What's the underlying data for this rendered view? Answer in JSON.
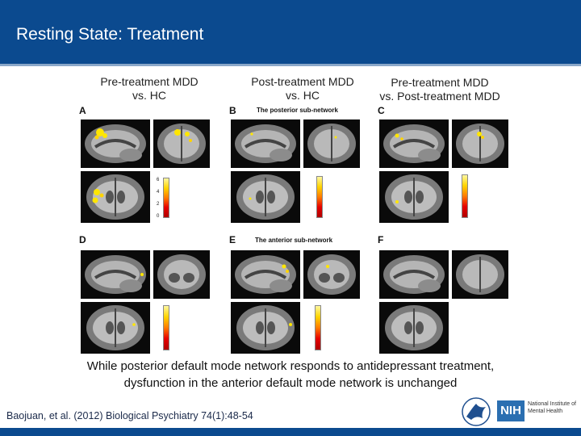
{
  "slide": {
    "title": "Resting State: Treatment",
    "columns": [
      {
        "line1": "Pre-treatment MDD",
        "line2": "vs. HC"
      },
      {
        "line1": "Post-treatment MDD",
        "line2": "vs. HC"
      },
      {
        "line1": "Pre-treatment MDD",
        "line2": "vs. Post-treatment MDD"
      }
    ],
    "panels": {
      "a": "A",
      "b": "B",
      "c": "C",
      "d": "D",
      "e": "E",
      "f": "F"
    },
    "subnetworks": {
      "posterior": "The posterior sub-network",
      "anterior": "The anterior sub-network"
    },
    "colorbar_ticks": [
      "6",
      "4",
      "2",
      "0"
    ],
    "caption_line1": "While posterior default mode network responds to antidepressant treatment,",
    "caption_line2": "dysfunction in the anterior default mode network is unchanged",
    "citation": "Baojuan, et al. (2012) Biological Psychiatry 74(1):48-54",
    "logo": {
      "nih": "NIH",
      "institute": "National Institute of Mental Health"
    },
    "colors": {
      "title_bar": "#0b4a8f",
      "activation": "#ffe600"
    }
  }
}
